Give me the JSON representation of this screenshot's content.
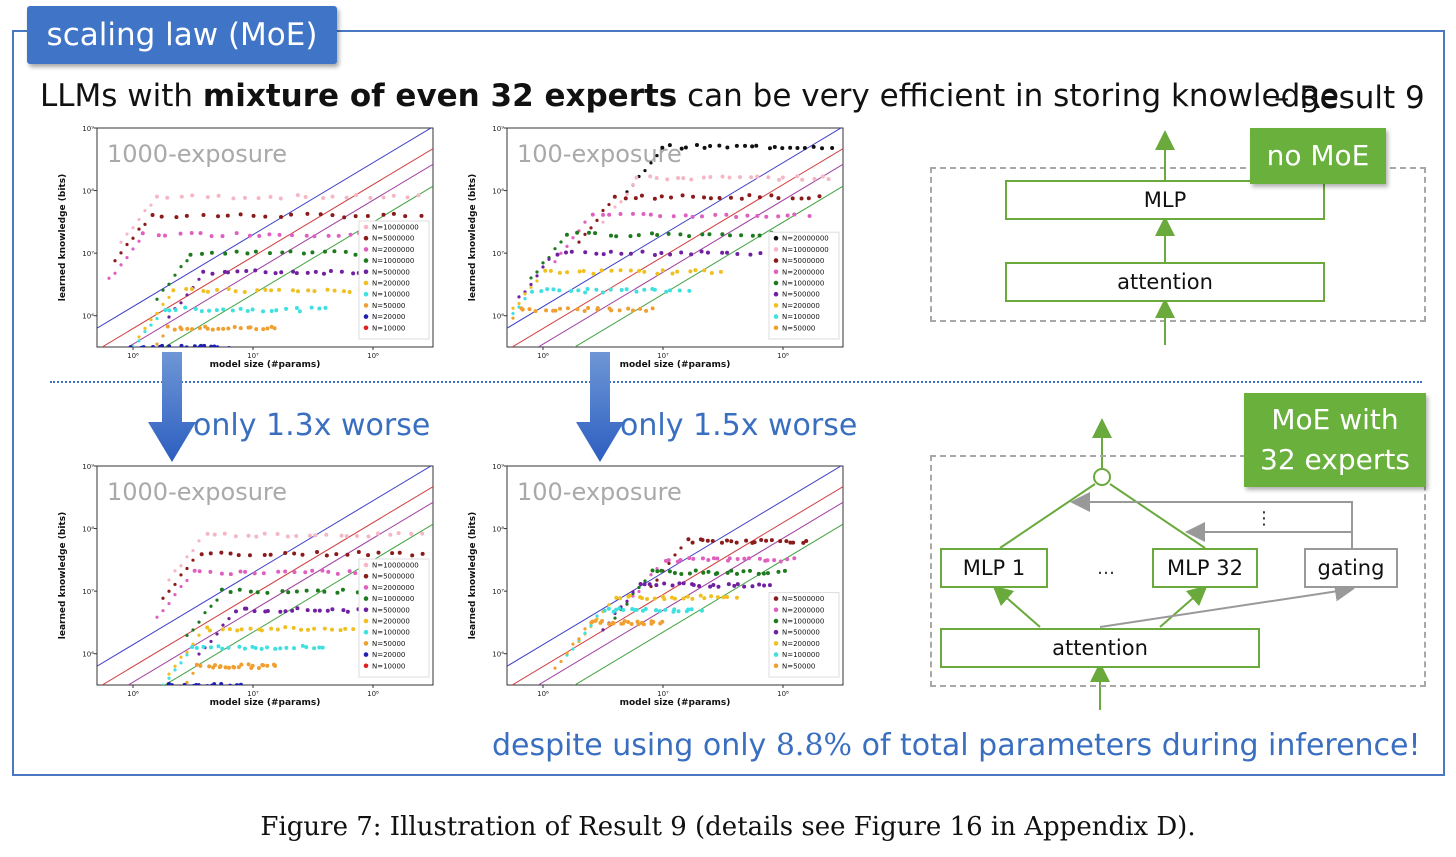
{
  "tag": "scaling law (MoE)",
  "headline": {
    "pre": "LLMs with ",
    "bold": "mixture of even 32 experts",
    "post": " can be very efficient in storing knowledge",
    "result": "– Result 9"
  },
  "arrows": {
    "left_text": "only 1.3x worse",
    "right_text": "only 1.5x worse"
  },
  "bottom_note": {
    "pre": "despite using only ",
    "pct": "8.8%",
    "post": " of total parameters during inference!"
  },
  "caption": "Figure 7: Illustration of Result 9 (details see Figure 16 in Appendix D).",
  "diagram_no_moe": {
    "label": "no MoE",
    "mlp": "MLP",
    "attention": "attention"
  },
  "diagram_moe": {
    "label_line1": "MoE with",
    "label_line2": "32 experts",
    "mlp1": "MLP 1",
    "ellipsis": "…",
    "mlp32": "MLP 32",
    "gating": "gating",
    "attention": "attention",
    "vdots": "⋮"
  },
  "colors": {
    "accent_blue": "#3a6fc0",
    "green": "#6ab03d",
    "line_blue": "#4040c8",
    "line_red": "#d04040",
    "line_purple": "#a040a0",
    "line_green": "#40a040"
  },
  "chart_data": [
    {
      "type": "scatter",
      "watermark": "1000-exposure",
      "xlabel": "model size (#params)",
      "ylabel": "learned knowledge (bits)",
      "xticks": [
        "10⁶",
        "10⁷",
        "10⁸"
      ],
      "yticks": [
        "10⁶",
        "10⁷",
        "10⁸",
        "10⁹"
      ],
      "xlog": [
        5.7,
        8.5
      ],
      "ylog": [
        5.5,
        9.0
      ],
      "legend": [
        "N=10000000",
        "N=5000000",
        "N=2000000",
        "N=1000000",
        "N=500000",
        "N=200000",
        "N=100000",
        "N=50000",
        "N=20000",
        "N=10000"
      ],
      "legend_colors": [
        "#f5b7c5",
        "#8b1a1a",
        "#e060c0",
        "#1e7a1e",
        "#7020a0",
        "#f0c020",
        "#40e0e0",
        "#f0a030",
        "#2020b0",
        "#e02020"
      ],
      "plateau_ylog": [
        7.9,
        7.6,
        7.3,
        7.0,
        6.7,
        6.4,
        6.1,
        5.8,
        5.5,
        5.2
      ],
      "plateau_start_xlog": [
        6.2,
        6.15,
        6.1,
        6.5,
        6.6,
        6.35,
        6.25,
        6.3,
        6.0,
        6.0
      ],
      "plateau_end_xlog": [
        8.4,
        8.4,
        8.1,
        8.4,
        8.1,
        7.9,
        7.6,
        7.2,
        6.8,
        6.4
      ]
    },
    {
      "type": "scatter",
      "watermark": "100-exposure",
      "xlabel": "model size (#params)",
      "ylabel": "learned knowledge (bits)",
      "xticks": [
        "10⁶",
        "10⁷",
        "10⁸"
      ],
      "yticks": [
        "10⁶",
        "10⁷",
        "10⁸",
        "10⁹"
      ],
      "xlog": [
        5.7,
        8.5
      ],
      "ylog": [
        5.5,
        9.0
      ],
      "legend": [
        "N=20000000",
        "N=10000000",
        "N=5000000",
        "N=2000000",
        "N=1000000",
        "N=500000",
        "N=200000",
        "N=100000",
        "N=50000"
      ],
      "legend_colors": [
        "#111111",
        "#f5b7c5",
        "#8b1a1a",
        "#e060c0",
        "#1e7a1e",
        "#7020a0",
        "#f0c020",
        "#40e0e0",
        "#f0a030"
      ],
      "plateau_ylog": [
        8.7,
        8.2,
        7.9,
        7.6,
        7.3,
        7.0,
        6.7,
        6.4,
        6.1
      ],
      "plateau_start_xlog": [
        7.0,
        6.8,
        6.6,
        6.4,
        6.2,
        6.1,
        6.0,
        5.9,
        5.8
      ],
      "plateau_end_xlog": [
        8.4,
        8.4,
        8.3,
        8.2,
        8.0,
        7.8,
        7.5,
        7.2,
        6.9
      ]
    },
    {
      "type": "scatter",
      "watermark": "1000-exposure",
      "xlabel": "model size (#params)",
      "ylabel": "learned knowledge (bits)",
      "xticks": [
        "10⁶",
        "10⁷",
        "10⁸"
      ],
      "yticks": [
        "10⁶",
        "10⁷",
        "10⁸",
        "10⁹"
      ],
      "xlog": [
        5.7,
        8.5
      ],
      "ylog": [
        5.5,
        9.0
      ],
      "legend": [
        "N=10000000",
        "N=5000000",
        "N=2000000",
        "N=1000000",
        "N=500000",
        "N=200000",
        "N=100000",
        "N=50000",
        "N=20000",
        "N=10000"
      ],
      "legend_colors": [
        "#f5b7c5",
        "#8b1a1a",
        "#e060c0",
        "#1e7a1e",
        "#7020a0",
        "#f0c020",
        "#40e0e0",
        "#f0a030",
        "#2020b0",
        "#e02020"
      ],
      "plateau_ylog": [
        7.9,
        7.6,
        7.3,
        7.0,
        6.7,
        6.4,
        6.1,
        5.8,
        5.5,
        5.2
      ],
      "plateau_start_xlog": [
        6.6,
        6.55,
        6.5,
        6.75,
        6.85,
        6.6,
        6.5,
        6.55,
        6.3,
        6.2
      ],
      "plateau_end_xlog": [
        8.4,
        8.4,
        8.1,
        8.4,
        8.1,
        7.9,
        7.6,
        7.2,
        6.9,
        6.5
      ]
    },
    {
      "type": "scatter",
      "watermark": "100-exposure",
      "xlabel": "model size (#params)",
      "ylabel": "learned knowledge (bits)",
      "xticks": [
        "10⁶",
        "10⁷",
        "10⁸"
      ],
      "yticks": [
        "10⁶",
        "10⁷",
        "10⁸",
        "10⁹"
      ],
      "xlog": [
        5.7,
        8.5
      ],
      "ylog": [
        5.5,
        9.0
      ],
      "legend": [
        "N=5000000",
        "N=2000000",
        "N=1000000",
        "N=500000",
        "N=200000",
        "N=100000",
        "N=50000"
      ],
      "legend_colors": [
        "#8b1a1a",
        "#e060c0",
        "#1e7a1e",
        "#7020a0",
        "#f0c020",
        "#40e0e0",
        "#f0a030"
      ],
      "plateau_ylog": [
        7.8,
        7.5,
        7.3,
        7.1,
        6.9,
        6.7,
        6.5
      ],
      "plateau_start_xlog": [
        7.2,
        7.0,
        6.9,
        6.8,
        6.6,
        6.5,
        6.4
      ],
      "plateau_end_xlog": [
        8.2,
        8.1,
        8.0,
        7.9,
        7.6,
        7.3,
        7.0
      ]
    }
  ]
}
